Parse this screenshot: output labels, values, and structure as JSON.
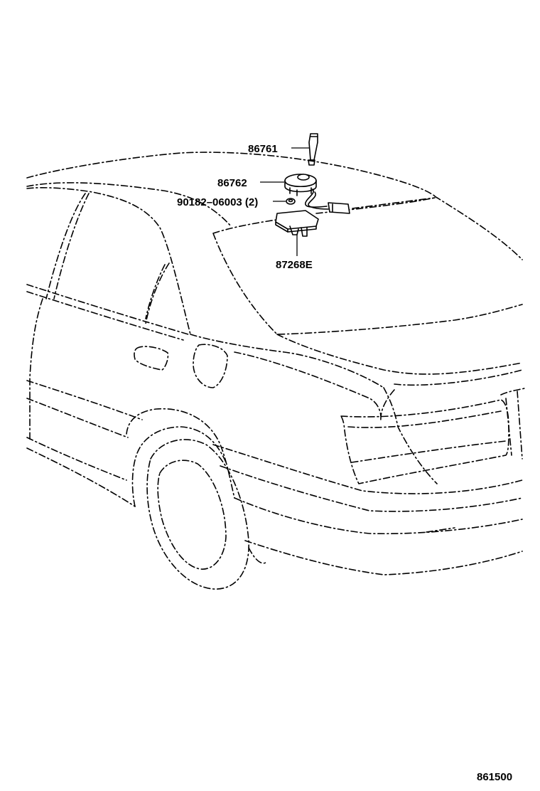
{
  "callouts": {
    "antenna_rod": "86761",
    "antenna_base": "86762",
    "nut": "90182–06003 (2)",
    "bracket": "87268E"
  },
  "diagram_code": "861500"
}
